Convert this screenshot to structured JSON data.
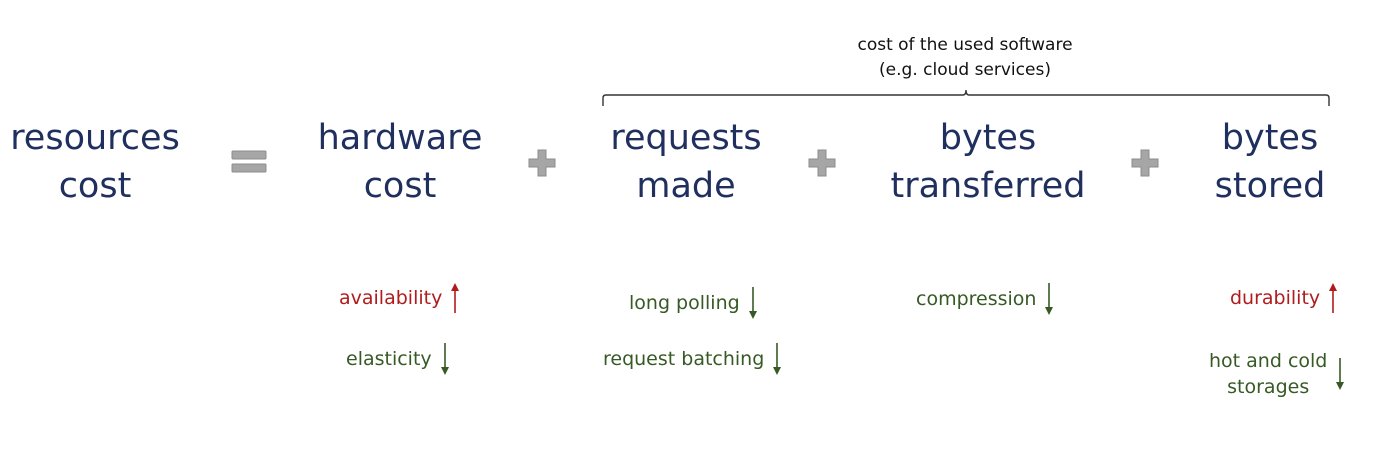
{
  "brace": {
    "line1": "cost of the used software",
    "line2": "(e.g. cloud services)"
  },
  "terms": {
    "resources": {
      "line1": "resources",
      "line2": "cost"
    },
    "hardware": {
      "line1": "hardware",
      "line2": "cost"
    },
    "requests": {
      "line1": "requests",
      "line2": "made"
    },
    "transferred": {
      "line1": "bytes",
      "line2": "transferred"
    },
    "stored": {
      "line1": "bytes",
      "line2": "stored"
    }
  },
  "factors": {
    "availability": {
      "label": "availability",
      "trend": "up"
    },
    "elasticity": {
      "label": "elasticity",
      "trend": "down"
    },
    "long_polling": {
      "label": "long polling",
      "trend": "down"
    },
    "request_batching": {
      "label": "request batching",
      "trend": "down"
    },
    "compression": {
      "label": "compression",
      "trend": "down"
    },
    "durability": {
      "label": "durability",
      "trend": "up"
    },
    "hot_cold": {
      "line1": "hot and cold",
      "line2": "storages",
      "trend": "down"
    }
  },
  "colors": {
    "term": "#1f2f5e",
    "increase": "#b01c1c",
    "decrease": "#375a25",
    "operator": "#a6a6a6"
  }
}
